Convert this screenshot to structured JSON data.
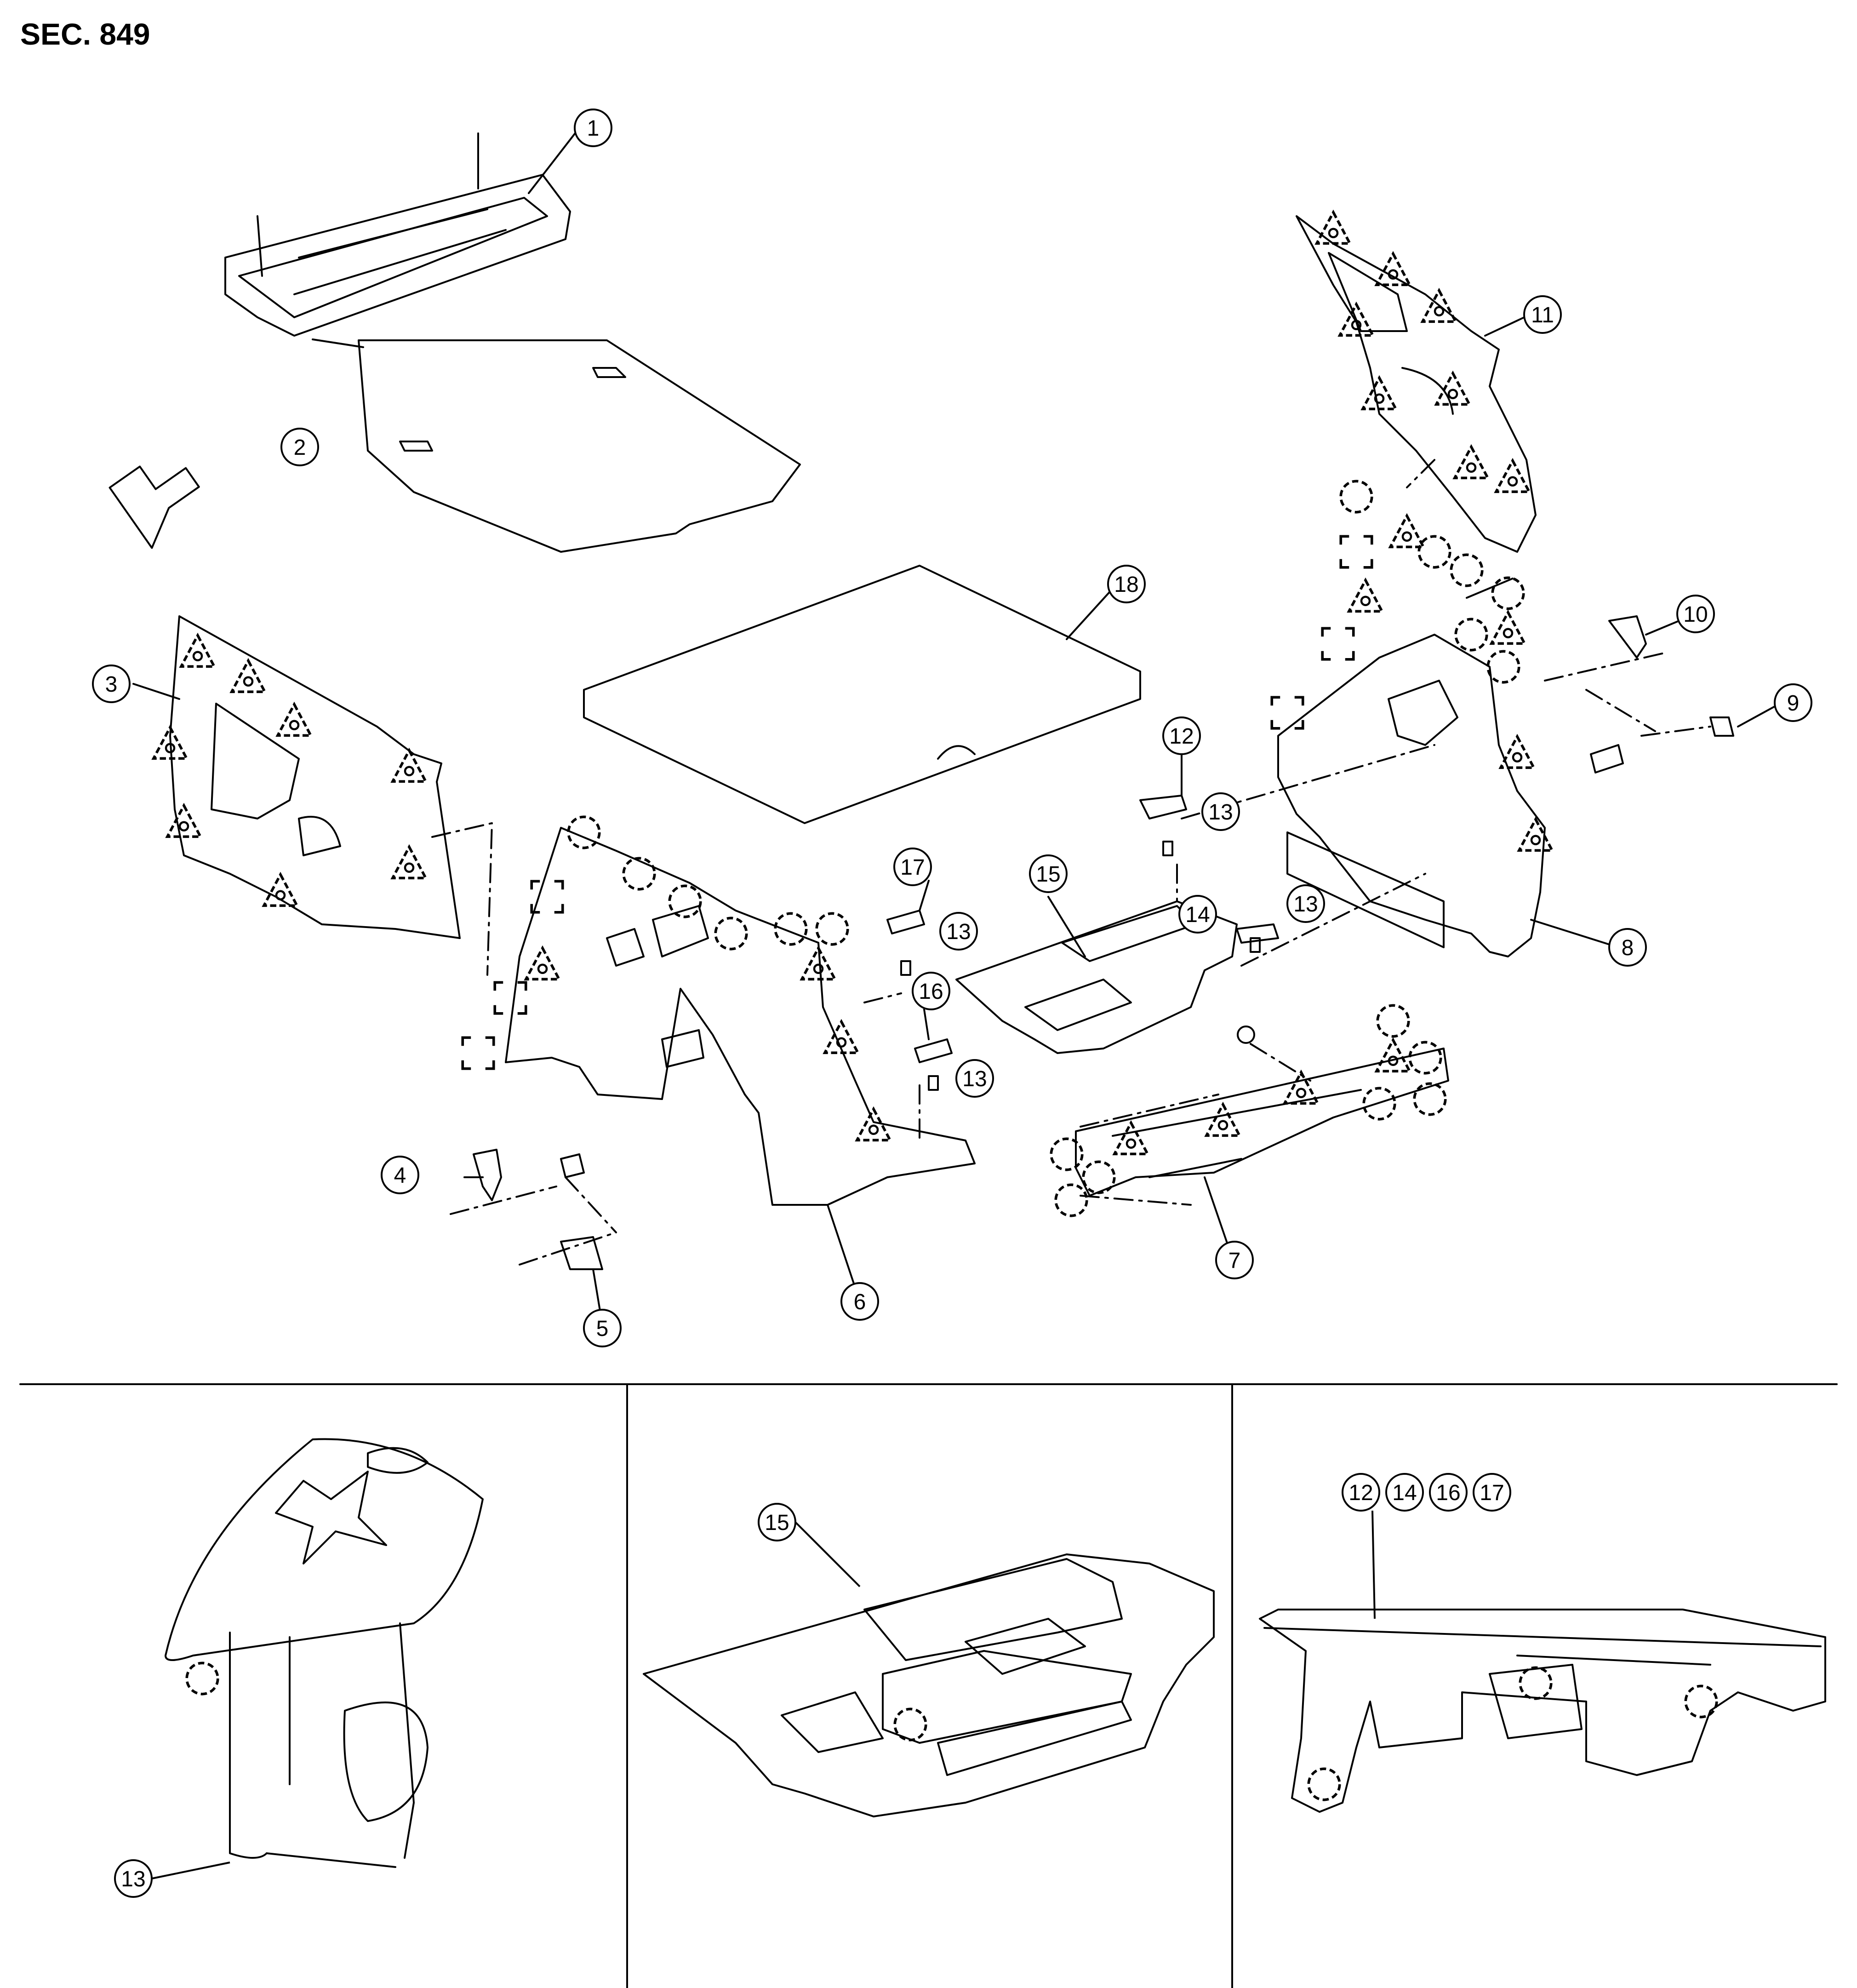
{
  "section_label": "SEC. 849",
  "callouts": {
    "c1": "1",
    "c2": "2",
    "c3": "3",
    "c4": "4",
    "c5": "5",
    "c6": "6",
    "c7": "7",
    "c8": "8",
    "c9": "9",
    "c10": "10",
    "c11": "11",
    "c12": "12",
    "c13a": "13",
    "c13b": "13",
    "c13c": "13",
    "c13d": "13",
    "c14": "14",
    "c15": "15",
    "c16": "16",
    "c17": "17",
    "c18": "18"
  },
  "detail_panels": {
    "clip_13": {
      "callout": "13"
    },
    "tray_15": {
      "callout": "15"
    },
    "caps": {
      "callouts": [
        "12",
        "14",
        "16",
        "17"
      ]
    }
  },
  "symbol_legend": {
    "triangle": "triangle-clip-symbol",
    "circle": "circle-pawl-symbol",
    "square": "square-clip-symbol"
  }
}
